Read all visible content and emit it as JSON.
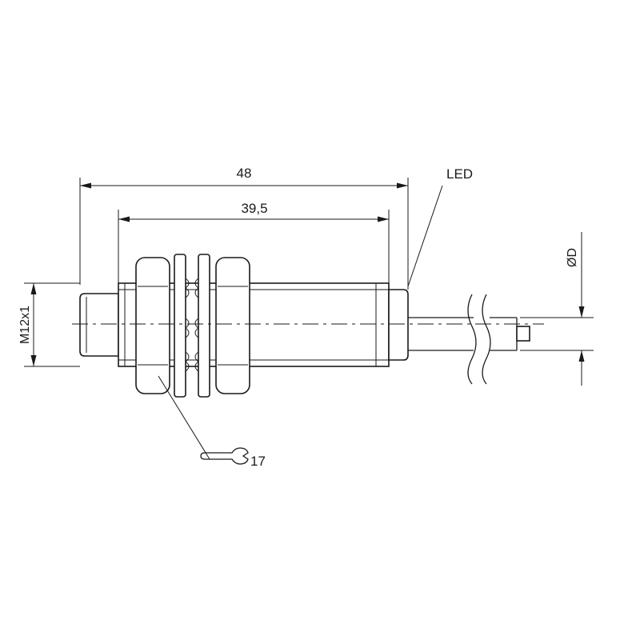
{
  "labels": {
    "overall_length": "48",
    "thread_length": "39,5",
    "led": "LED",
    "thread": "M12x1",
    "diameter": "ØD",
    "wrench_size": "17"
  }
}
